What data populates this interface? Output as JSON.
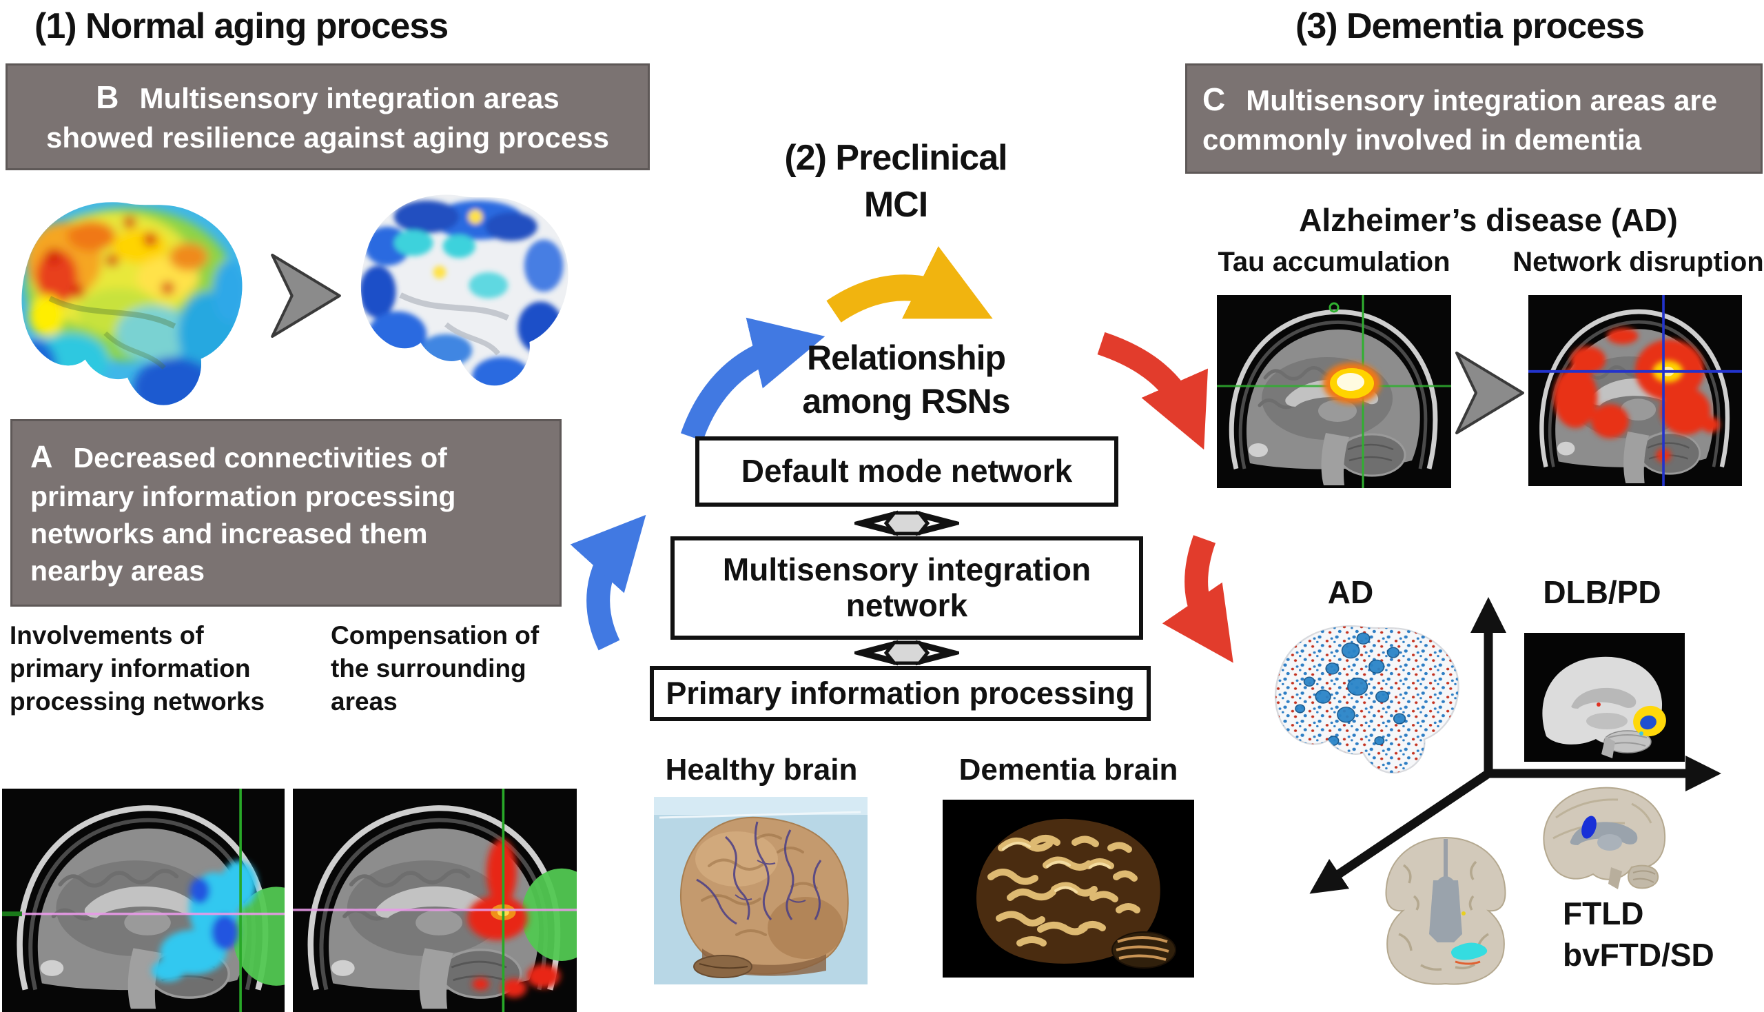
{
  "figure": {
    "stage1": {
      "title": "(1) Normal aging process"
    },
    "stage2": {
      "title": "(2) Preclinical\nMCI"
    },
    "stage3": {
      "title": "(3) Dementia process"
    },
    "panel_b": {
      "tag": "B",
      "text": "Multisensory integration areas\nshowed resilience against aging process"
    },
    "panel_a": {
      "tag": "A",
      "text": "Decreased connectivities of\nprimary information processing\nnetworks and increased them\nnearby areas"
    },
    "panel_c": {
      "tag": "C",
      "text": "Multisensory integration areas are\ncommonly involved in dementia"
    },
    "captions": {
      "involvements": "Involvements of\nprimary information\nprocessing networks",
      "compensation": "Compensation of\nthe surrounding\nareas",
      "relationship": "Relationship\namong RSNs"
    },
    "rsn_boxes": {
      "dmn": "Default mode network",
      "min": "Multisensory integration\nnetwork",
      "pip": "Primary information processing"
    },
    "photos": {
      "healthy_label": "Healthy brain",
      "dementia_label": "Dementia brain"
    },
    "ad": {
      "title": "Alzheimer’s disease (AD)",
      "tau_label": "Tau accumulation",
      "network_label": "Network disruption"
    },
    "dementia_types": {
      "ad": "AD",
      "dlb": "DLB/PD",
      "ftld": "FTLD\nbvFTD/SD"
    }
  },
  "icons": {
    "progression": "chevron-right-arrow",
    "stage_flow": "curved-arrow",
    "interaction": "double-headed-arrow",
    "axes": "three-way-axis-arrows"
  },
  "colors": {
    "panel_gray": "#7b7372",
    "blue_arrow": "#4179e2",
    "yellow_arrow": "#f1b40f",
    "red_arrow": "#e23c2c",
    "axis_black": "#111111",
    "box_border": "#111111"
  }
}
